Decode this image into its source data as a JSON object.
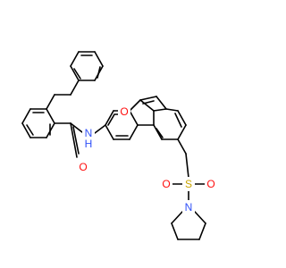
{
  "molecule": {
    "atoms": [
      {
        "label": "O",
        "color": "#ff0d0d"
      },
      {
        "label": "N",
        "color": "#3050f8"
      },
      {
        "label": "H",
        "color": "#3050f8"
      },
      {
        "label": "O",
        "color": "#ff0d0d"
      },
      {
        "label": "S",
        "color": "#c9a400"
      },
      {
        "label": "O",
        "color": "#ff0d0d"
      },
      {
        "label": "O",
        "color": "#ff0d0d"
      },
      {
        "label": "N",
        "color": "#3050f8"
      }
    ],
    "bond_color": "#000000"
  }
}
